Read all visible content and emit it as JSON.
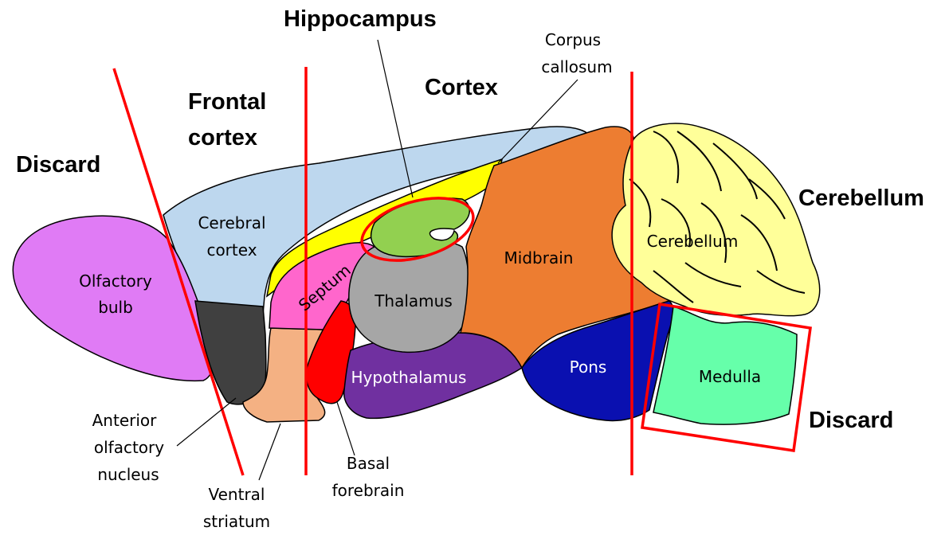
{
  "section_labels": {
    "discard_left": "Discard",
    "frontal_cortex_line1": "Frontal",
    "frontal_cortex_line2": "cortex",
    "hippocampus": "Hippocampus",
    "cortex": "Cortex",
    "cerebellum": "Cerebellum",
    "discard_right": "Discard"
  },
  "regions": {
    "olfactory_bulb": {
      "line1": "Olfactory",
      "line2": "bulb",
      "color": "#e07bf5"
    },
    "cerebral_cortex": {
      "line1": "Cerebral",
      "line2": "cortex",
      "color": "#bdd7ee"
    },
    "septum": {
      "label": "Septum",
      "color": "#ff66cc"
    },
    "thalamus": {
      "label": "Thalamus",
      "color": "#a6a6a6"
    },
    "hypothalamus": {
      "label": "Hypothalamus",
      "color": "#7030a0"
    },
    "midbrain": {
      "label": "Midbrain",
      "color": "#ed7d31"
    },
    "cerebellum": {
      "label": "Cerebellum",
      "color": "#ffff99"
    },
    "pons": {
      "label": "Pons",
      "color": "#0a10b0"
    },
    "medulla": {
      "label": "Medulla",
      "color": "#66ffaa"
    },
    "hippocampus": {
      "color": "#92d050"
    },
    "corpus_callosum": {
      "color": "#ffff00"
    },
    "anterior_olfactory_nucleus": {
      "color": "#404040"
    },
    "ventral_striatum": {
      "color": "#f4b183"
    },
    "basal_forebrain": {
      "color": "#ff0000"
    }
  },
  "callouts": {
    "corpus_callosum_line1": "Corpus",
    "corpus_callosum_line2": "callosum",
    "anterior_olfactory_line1": "Anterior",
    "anterior_olfactory_line2": "olfactory",
    "anterior_olfactory_line3": "nucleus",
    "ventral_striatum_line1": "Ventral",
    "ventral_striatum_line2": "striatum",
    "basal_forebrain_line1": "Basal",
    "basal_forebrain_line2": "forebrain"
  },
  "colors": {
    "cut_line": "#ff0000",
    "outline": "#000000"
  }
}
